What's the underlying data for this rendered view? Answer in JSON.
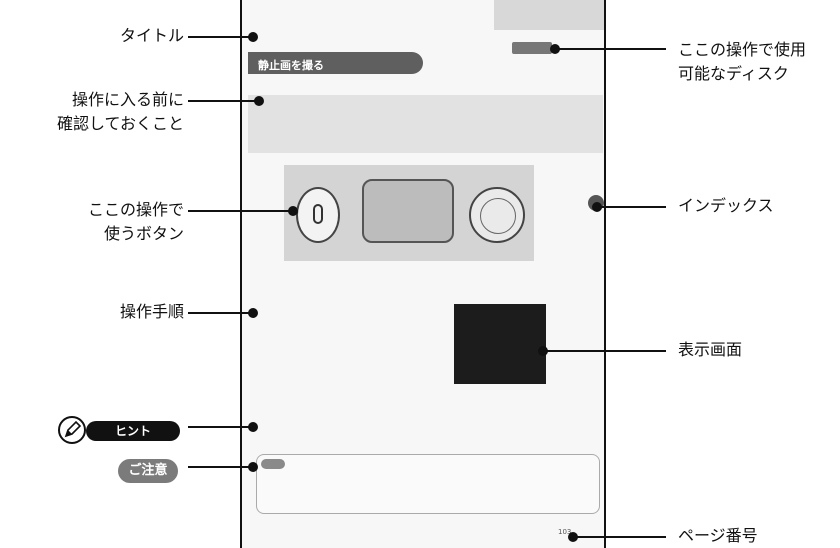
{
  "labels": {
    "title": "タイトル",
    "check_before_1": "操作に入る前に",
    "check_before_2": "確認しておくこと",
    "button_used_1": "ここの操作で",
    "button_used_2": "使うボタン",
    "procedure": "操作手順",
    "hint": "ヒント",
    "caution": "ご注意",
    "disc_1": "ここの操作で使用",
    "disc_2": "可能なディスク",
    "index": "インデックス",
    "display": "表示画面",
    "page_number": "ページ番号"
  },
  "manual_page": {
    "title": "静止画を撮る",
    "page_number": "103"
  },
  "icons": {
    "hint_icon": "pencil-icon"
  }
}
